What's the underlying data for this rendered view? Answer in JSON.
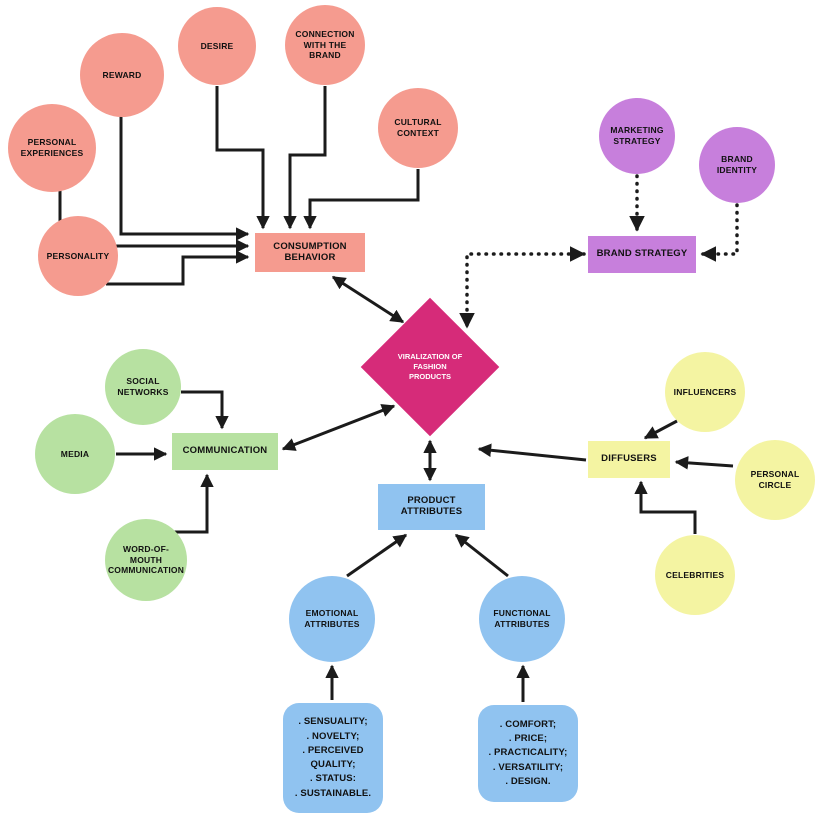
{
  "title": "Viralization of fashion products concept map",
  "palette": {
    "salmon": "#F59B8F",
    "purple": "#C77FDC",
    "green": "#B7E1A1",
    "yellow": "#F4F4A2",
    "blue": "#90C3F0",
    "magenta": "#D62B79",
    "arrow": "#1B1B1B"
  },
  "nodes": {
    "viralization": "VIRALIZATION OF FASHION PRODUCTS",
    "personal_experiences": "PERSONAL EXPERIENCES",
    "reward": "REWARD",
    "desire": "DESIRE",
    "connection_with_the_brand": "CONNECTION WITH THE BRAND",
    "cultural_context": "CULTURAL CONTEXT",
    "personality": "PERSONALITY",
    "consumption_behavior": "CONSUMPTION BEHAVIOR",
    "marketing_strategy": "MARKETING STRATEGY",
    "brand_identity": "BRAND IDENTITY",
    "brand_strategy": "BRAND STRATEGY",
    "social_networks": "SOCIAL NETWORKS",
    "media": "MEDIA",
    "word_of_mouth": "WORD-OF-MOUTH COMMUNICATION",
    "communication": "COMMUNICATION",
    "influencers": "INFLUENCERS",
    "personal_circle": "PERSONAL CIRCLE",
    "celebrities": "CELEBRITIES",
    "diffusers": "DIFFUSERS",
    "product_attributes": "PRODUCT ATTRIBUTES",
    "emotional_attributes": "EMOTIONAL ATTRIBUTES",
    "functional_attributes": "FUNCTIONAL ATTRIBUTES",
    "emotional_list": ". SENSUALITY;\n. NOVELTY;\n. PERCEIVED QUALITY;\n. STATUS:\n. SUSTAINABLE.",
    "functional_list": ". COMFORT;\n. PRICE;\n. PRACTICALITY;\n. VERSATILITY;\n. DESIGN."
  },
  "edges": [
    {
      "from": "personal_experiences",
      "to": "consumption_behavior",
      "style": "solid-arrow"
    },
    {
      "from": "reward",
      "to": "consumption_behavior",
      "style": "solid-arrow"
    },
    {
      "from": "desire",
      "to": "consumption_behavior",
      "style": "solid-arrow"
    },
    {
      "from": "connection_with_the_brand",
      "to": "consumption_behavior",
      "style": "solid-arrow"
    },
    {
      "from": "cultural_context",
      "to": "consumption_behavior",
      "style": "solid-arrow"
    },
    {
      "from": "personality",
      "to": "consumption_behavior",
      "style": "solid-arrow"
    },
    {
      "from": "consumption_behavior",
      "to": "viralization",
      "style": "double-arrow"
    },
    {
      "from": "marketing_strategy",
      "to": "brand_strategy",
      "style": "dotted-arrow"
    },
    {
      "from": "brand_identity",
      "to": "brand_strategy",
      "style": "dotted-arrow"
    },
    {
      "from": "brand_strategy",
      "to": "viralization",
      "style": "dotted-double-arrow"
    },
    {
      "from": "social_networks",
      "to": "communication",
      "style": "solid-arrow"
    },
    {
      "from": "media",
      "to": "communication",
      "style": "solid-arrow"
    },
    {
      "from": "word_of_mouth",
      "to": "communication",
      "style": "solid-arrow"
    },
    {
      "from": "communication",
      "to": "viralization",
      "style": "double-arrow"
    },
    {
      "from": "influencers",
      "to": "diffusers",
      "style": "solid-arrow"
    },
    {
      "from": "personal_circle",
      "to": "diffusers",
      "style": "solid-arrow"
    },
    {
      "from": "celebrities",
      "to": "diffusers",
      "style": "solid-arrow"
    },
    {
      "from": "diffusers",
      "to": "viralization",
      "style": "solid-arrow"
    },
    {
      "from": "viralization",
      "to": "product_attributes",
      "style": "double-arrow"
    },
    {
      "from": "emotional_attributes",
      "to": "product_attributes",
      "style": "solid-arrow"
    },
    {
      "from": "functional_attributes",
      "to": "product_attributes",
      "style": "solid-arrow"
    },
    {
      "from": "emotional_list",
      "to": "emotional_attributes",
      "style": "solid-arrow"
    },
    {
      "from": "functional_list",
      "to": "functional_attributes",
      "style": "solid-arrow"
    }
  ]
}
